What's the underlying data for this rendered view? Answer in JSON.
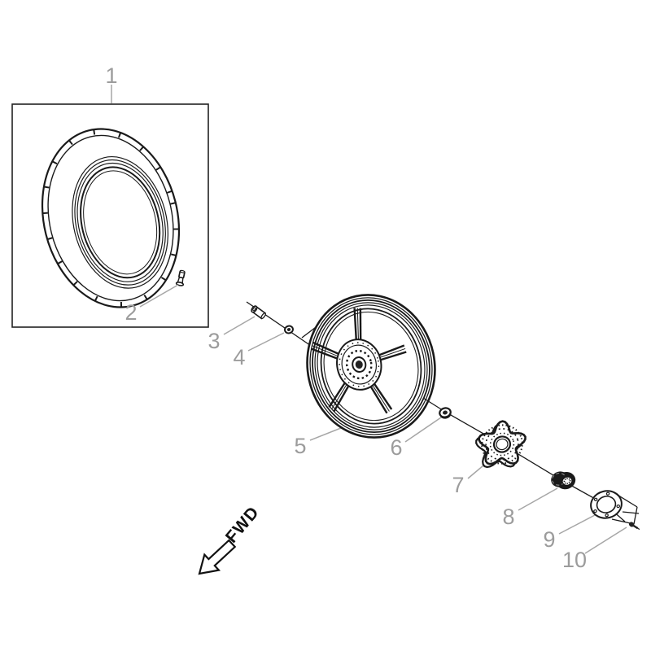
{
  "diagram": {
    "fwd_label": "FWD",
    "labels": [
      {
        "text": "1"
      },
      {
        "text": "2"
      },
      {
        "text": "3"
      },
      {
        "text": "4"
      },
      {
        "text": "5"
      },
      {
        "text": "6"
      },
      {
        "text": "7"
      },
      {
        "text": "8"
      },
      {
        "text": "9"
      },
      {
        "text": "10"
      }
    ],
    "colors": {
      "background": "#ffffff",
      "line": "#1a1a1a",
      "callout_text": "#9c9c9c",
      "leader_line": "#a6a6a6"
    }
  }
}
